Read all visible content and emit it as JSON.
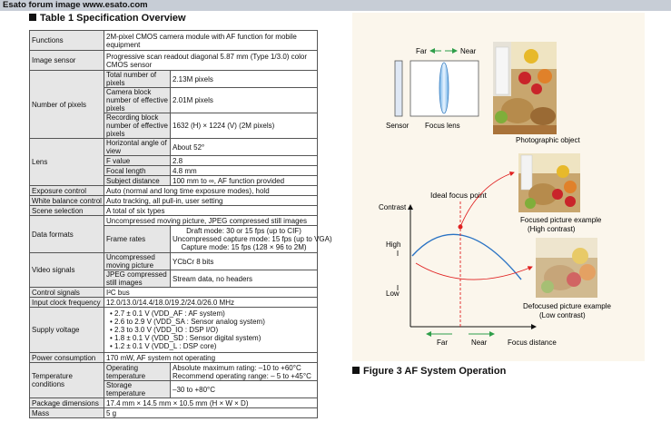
{
  "banner": "Esato forum image www.esato.com",
  "table_title": "Table 1   Specification Overview",
  "spec": {
    "functions": {
      "label": "Functions",
      "value": "2M-pixel CMOS camera module with AF function for mobile equipment"
    },
    "image_sensor": {
      "label": "Image sensor",
      "value": "Progressive scan readout diagonal 5.87 mm (Type 1/3.0) color CMOS sensor"
    },
    "pixels": {
      "label": "Number of pixels",
      "rows": [
        {
          "sub": "Total number of pixels",
          "value": "2.13M pixels"
        },
        {
          "sub": "Camera block number of effective pixels",
          "value": "2.01M pixels"
        },
        {
          "sub": "Recording block number of effective pixels",
          "value": "1632 (H) × 1224 (V) (2M pixels)"
        }
      ]
    },
    "lens": {
      "label": "Lens",
      "rows": [
        {
          "sub": "Horizontal angle of view",
          "value": "About 52°"
        },
        {
          "sub": "F value",
          "value": "2.8"
        },
        {
          "sub": "Focal length",
          "value": "4.8 mm"
        },
        {
          "sub": "Subject distance",
          "value": "100 mm to ∞, AF function provided"
        }
      ]
    },
    "exposure": {
      "label": "Exposure control",
      "value": "Auto (normal and long time exposure modes), hold"
    },
    "white_balance": {
      "label": "White balance control",
      "value": "Auto tracking, all pull-in, user setting"
    },
    "scene": {
      "label": "Scene selection",
      "value": "A total of six types"
    },
    "data_formats": {
      "label": "Data formats",
      "value": "Uncompressed moving picture, JPEG compressed still images",
      "frame_sub": "Frame rates",
      "frame_lines": [
        "Draft mode: 30 or 15 fps (up to CIF)",
        "Uncompressed capture mode: 15 fps (up to VGA)",
        "Capture mode: 15 fps (128 × 96 to 2M)"
      ]
    },
    "video": {
      "label": "Video signals",
      "rows": [
        {
          "sub": "Uncompressed moving picture",
          "value": "YCbCr 8 bits"
        },
        {
          "sub": "JPEG compressed still images",
          "value": "Stream data, no headers"
        }
      ]
    },
    "control": {
      "label": "Control signals",
      "value": "I²C bus"
    },
    "clock": {
      "label": "Input clock frequency",
      "value": "12.0/13.0/14.4/18.0/19.2/24.0/26.0 MHz"
    },
    "supply": {
      "label": "Supply voltage",
      "lines": [
        "• 2.7 ± 0.1 V  (VDD_AF : AF system)",
        "• 2.6 to 2.9 V  (VDD_SA : Sensor analog system)",
        "• 2.3 to 3.0 V  (VDD_IO : DSP I/O)",
        "• 1.8 ± 0.1 V  (VDD_SD : Sensor digital system)",
        "• 1.2 ± 0.1 V  (VDD_L : DSP core)"
      ]
    },
    "power": {
      "label": "Power consumption",
      "value": "170 mW, AF system not operating"
    },
    "temp": {
      "label": "Temperature conditions",
      "op_sub": "Operating temperature",
      "op_lines": [
        "Absolute maximum rating: –10 to +60°C",
        "Recommend operating range: – 5 to +45°C"
      ],
      "storage_sub": "Storage temperature",
      "storage_value": "–30 to +80°C"
    },
    "package": {
      "label": "Package dimensions",
      "value": "17.4 mm × 14.5 mm × 10.5 mm (H × W × D)"
    },
    "mass": {
      "label": "Mass",
      "value": "5 g"
    }
  },
  "figure": {
    "title": "Figure 3   AF System Operation",
    "far": "Far",
    "near": "Near",
    "sensor": "Sensor",
    "focus_lens": "Focus lens",
    "photo_object": "Photographic object",
    "ideal_focus": "Ideal focus point",
    "contrast": "Contrast",
    "high": "High",
    "low": "Low",
    "focused_1": "Focused picture example",
    "focused_2": "(High contrast)",
    "defocused_1": "Defocused picture example",
    "defocused_2": "(Low contrast)",
    "axis_far": "Far",
    "axis_near": "Near",
    "focus_distance": "Focus distance",
    "colors": {
      "curve": "#2a73c4",
      "red": "#e02020",
      "background": "#fbf6ec"
    }
  }
}
